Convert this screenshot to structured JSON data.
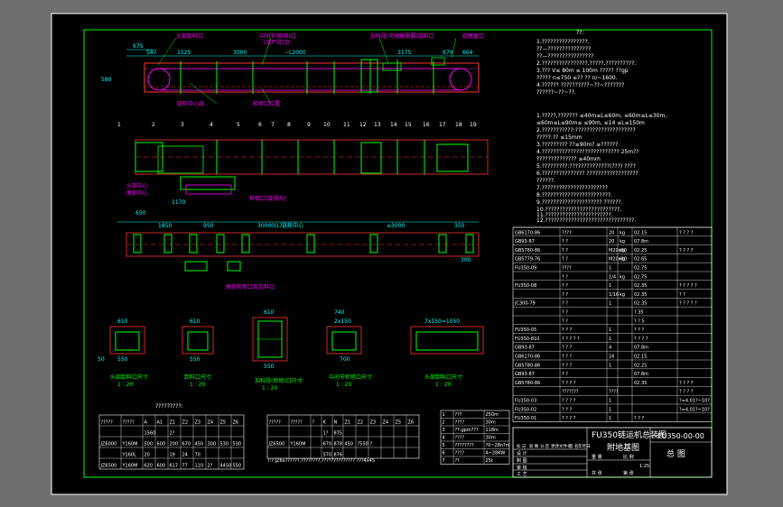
{
  "colors": {
    "background": "#000000",
    "outer_frame": "#ffffff",
    "inner_frame": "#00ff00",
    "conveyor": "#ff3333",
    "dimension": "#00ffff",
    "annotation": "#00ff00",
    "text": "#ffffff",
    "title_block_text": "#ffffff",
    "stub": "#ff00ff"
  },
  "labels": {
    "top_label_1": "头部卸料口",
    "top_label_2": "中间节(检修)口",
    "top_label_3": "(或尸视口)",
    "top_label_4": "加料段(可根据需要)加料口",
    "top_label_5": "观察窗口",
    "side_label_1": "链轮中心线",
    "side_label_2": "检修口位置",
    "side_label_3": "头部中心",
    "side_label_4": "尾部中心",
    "section_a": "头部卸料口尺寸",
    "section_b": "卸料口尺寸",
    "section_c": "加料段(检修)口尺寸",
    "section_d": "中间节检修口尺寸",
    "section_e": "头部卸料口尺寸",
    "scale": "1 : 20",
    "plan_label_1": "检修口(或视孔)",
    "plan_label_2": "尾部检修口及加料口"
  },
  "dimensions": {
    "d_675": "675",
    "d_587": "587",
    "d_1525": "1525",
    "d_3000": "3000",
    "d_L2000": "~L2000",
    "d_3175": "3175",
    "d_670": "670",
    "d_604": "604",
    "d_580": "580",
    "d_1850": "1850",
    "d_950": "950",
    "d_30000": "30000(L)链轮中心",
    "d_s3000": "≤3000",
    "d_650": "650",
    "d_1170": "1170",
    "d_350": "350",
    "d_300": "300",
    "d_610": "610",
    "d_550": "550",
    "d_740": "740",
    "d_2x150": "2x150",
    "d_7x150": "7x150=1050",
    "d_700": "700",
    "d_50": "50"
  },
  "notes": {
    "title": "??:",
    "lines": [
      "1.????????????????.",
      "  ??—???????????????",
      "  ??—????????????????",
      "2.????????????????,?????,??????????.",
      "3.???  V≤ 80m  ≤ 100m  ?????         ??gp",
      "  ?????   n≤750  ≤??  ??  n/~1600.",
      "4.??????   ??????????~??~???????",
      "                      ??????~??~??.",
      "1.?????,???????    ≤40m≤L≤60m,  ≤60m≤L≤30m,",
      "  ≤60m≤L≤90m≤ ≤90m,   ≤14 ≤L≤150m",
      "2.???????????:?????????????????????",
      "  ?????:??        ≤15mm",
      "3.?????????     ??≤90m?   ≥??????",
      "4.???????????????????????????     25m??",
      "  ??????????????   ≤40mm",
      "5.?????????:??????????????(???)    ????",
      "6.??????????????? ??????????????????",
      "  ??????.",
      "7.???????????????????????",
      "8.????????????????????????.",
      "9.?????????????????????      ??????.",
      "10.??????????????????????????.",
      "11.???????????????????????.",
      "12.???????????????????????????????."
    ]
  },
  "parts_table": {
    "rows": [
      [
        "GB6170-86",
        "????",
        "20",
        "kg",
        "02.15",
        "? ? ? ?"
      ],
      [
        "GB93-87",
        "? ?",
        "20",
        "kg",
        "07.8m",
        ""
      ],
      [
        "GB5780-86",
        "? ?",
        "M20x80",
        "kg",
        "02.25",
        "? ? ? ?"
      ],
      [
        "GB5779-76",
        "? ?",
        "M20x80",
        "kg",
        "02.65",
        ""
      ],
      [
        "FU350-09",
        "????",
        "1",
        "",
        "02.75",
        ""
      ],
      [
        "",
        "? ?",
        "1/4",
        "kg",
        "02.75",
        ""
      ],
      [
        "FU350-08",
        "? ?",
        "1",
        "",
        "02.35",
        "? ? ? ? ?"
      ],
      [
        "",
        "? ?",
        "1/16",
        "kg",
        "02.35",
        "? ?"
      ],
      [
        "JC300-79",
        "? ?",
        "1",
        "",
        "02.35",
        "? ? ? ? ?"
      ],
      [
        "",
        "? ?",
        "",
        "",
        "? 35",
        ""
      ],
      [
        "",
        "? ?",
        "",
        "",
        "? ? 5",
        ""
      ],
      [
        "FU350-05",
        "? ? ?",
        "1",
        "",
        "? ? ?",
        ""
      ],
      [
        "FU350-810",
        "? ? ? ? ?",
        "1",
        "",
        "? ? ? ?",
        ""
      ],
      [
        "GB93-87",
        "? ? ?",
        "4",
        "",
        "07.8m",
        ""
      ],
      [
        "GB6170-86",
        "? ? ?",
        "16",
        "",
        "02.15",
        ""
      ],
      [
        "GB5780-86",
        "? ? ?",
        "1",
        "",
        "02.25",
        ""
      ],
      [
        "GB93-87",
        "? ?",
        "",
        "",
        "07.8m",
        ""
      ],
      [
        "GB5780-86",
        "? ? ? ?",
        "",
        "",
        "02.35",
        "? ? ? ?"
      ],
      [
        "",
        "???????",
        "????",
        "",
        "",
        "? ? ? ?"
      ],
      [
        "FU350-03",
        "? ? ? ?",
        "1",
        "",
        "",
        "?=4.01?~10?"
      ],
      [
        "FU350-02",
        "? ? ?",
        "1",
        "",
        "",
        "?=4.01?~10?"
      ],
      [
        "FU350-01",
        "? ? ? ?",
        "1",
        "",
        "? ? ?",
        ""
      ]
    ]
  },
  "title_block": {
    "drawing_name": "FU350链运机总装图",
    "drawing_subtitle": "附地基图",
    "drawing_number": "FU350-00-00",
    "sheet_label": "总 图",
    "row_labels": [
      "设 计",
      "制 图",
      "审 核",
      "工 艺"
    ],
    "col_labels": [
      "标 记",
      "处 数",
      "分 区",
      "更改文件号",
      "签 名",
      "年月日"
    ],
    "scale_label": "比 例",
    "scale_value": "1:25",
    "weight_label": "重 量",
    "sheets": "共 张",
    "sheet_of": "第 张"
  },
  "table_1": {
    "title": "?????????:",
    "headers": [
      "?????",
      "?????",
      "A",
      "A1",
      "Z1",
      "Z2",
      "Z3",
      "Z4",
      "Z5",
      "Z6"
    ],
    "rows": [
      [
        "",
        "",
        "1560",
        "",
        "2?",
        "",
        "",
        "",
        "",
        ""
      ],
      [
        "JZ6000",
        "Y160M",
        "500",
        "600",
        "200",
        "670",
        "450",
        "300",
        "530",
        "530"
      ],
      [
        "",
        "Y160L",
        "20",
        "",
        "19",
        "24",
        "70",
        "",
        "",
        ""
      ],
      [
        "JZ6500",
        "Y160M",
        "620",
        "600",
        "617",
        "77",
        "110",
        "2?",
        "4450",
        "550"
      ]
    ]
  },
  "table_2": {
    "headers": [
      "?????",
      "?????",
      "?",
      "K",
      "N",
      "Z1",
      "Z2",
      "Z3",
      "Z4",
      "Z5",
      "Z6"
    ],
    "rows": [
      [
        "",
        "",
        "",
        "1?",
        "875",
        "",
        "",
        "",
        "",
        "",
        ""
      ],
      [
        "JZ6500",
        "Y160M",
        "",
        "670",
        "878",
        "450",
        "?550",
        "?",
        "",
        "",
        ""
      ],
      [
        "",
        "",
        "",
        "570",
        "876",
        "",
        "",
        "",
        "",
        "",
        ""
      ]
    ],
    "footnote": "?:?  JZ6x??????,????????,??????????????    ???4x45"
  },
  "table_3": {
    "rows": [
      [
        "1",
        "???",
        "250m"
      ],
      [
        "2",
        "????",
        "30m"
      ],
      [
        "3",
        "??:gpm???",
        "118m"
      ],
      [
        "4",
        "????",
        "30m"
      ],
      [
        "5",
        "????????",
        "?0~28n?m"
      ],
      [
        "6",
        "????",
        "4~28KW"
      ],
      [
        "7",
        "??",
        "25t"
      ]
    ]
  },
  "part_numbers": [
    "1",
    "2",
    "3",
    "4",
    "5",
    "6",
    "7",
    "8",
    "9",
    "10",
    "11",
    "12",
    "13",
    "14",
    "15",
    "16",
    "17",
    "18",
    "19"
  ]
}
